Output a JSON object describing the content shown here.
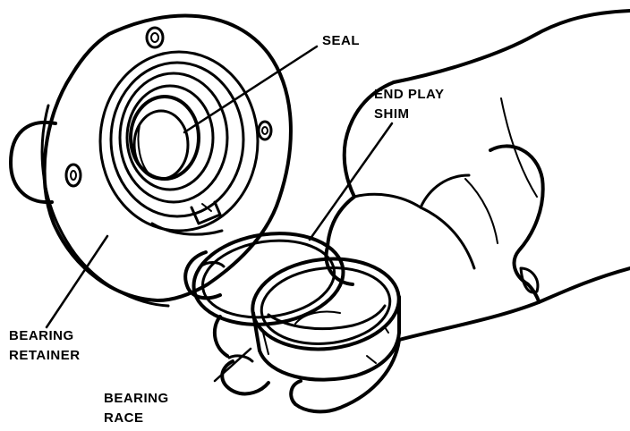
{
  "labels": {
    "seal": "SEAL",
    "end_play_line1": "END PLAY",
    "end_play_line2": "SHIM",
    "bearing_retainer_line1": "BEARING",
    "bearing_retainer_line2": "RETAINER",
    "bearing_race_line1": "BEARING",
    "bearing_race_line2": "RACE"
  },
  "colors": {
    "ink": "#000000",
    "paper": "#ffffff"
  }
}
